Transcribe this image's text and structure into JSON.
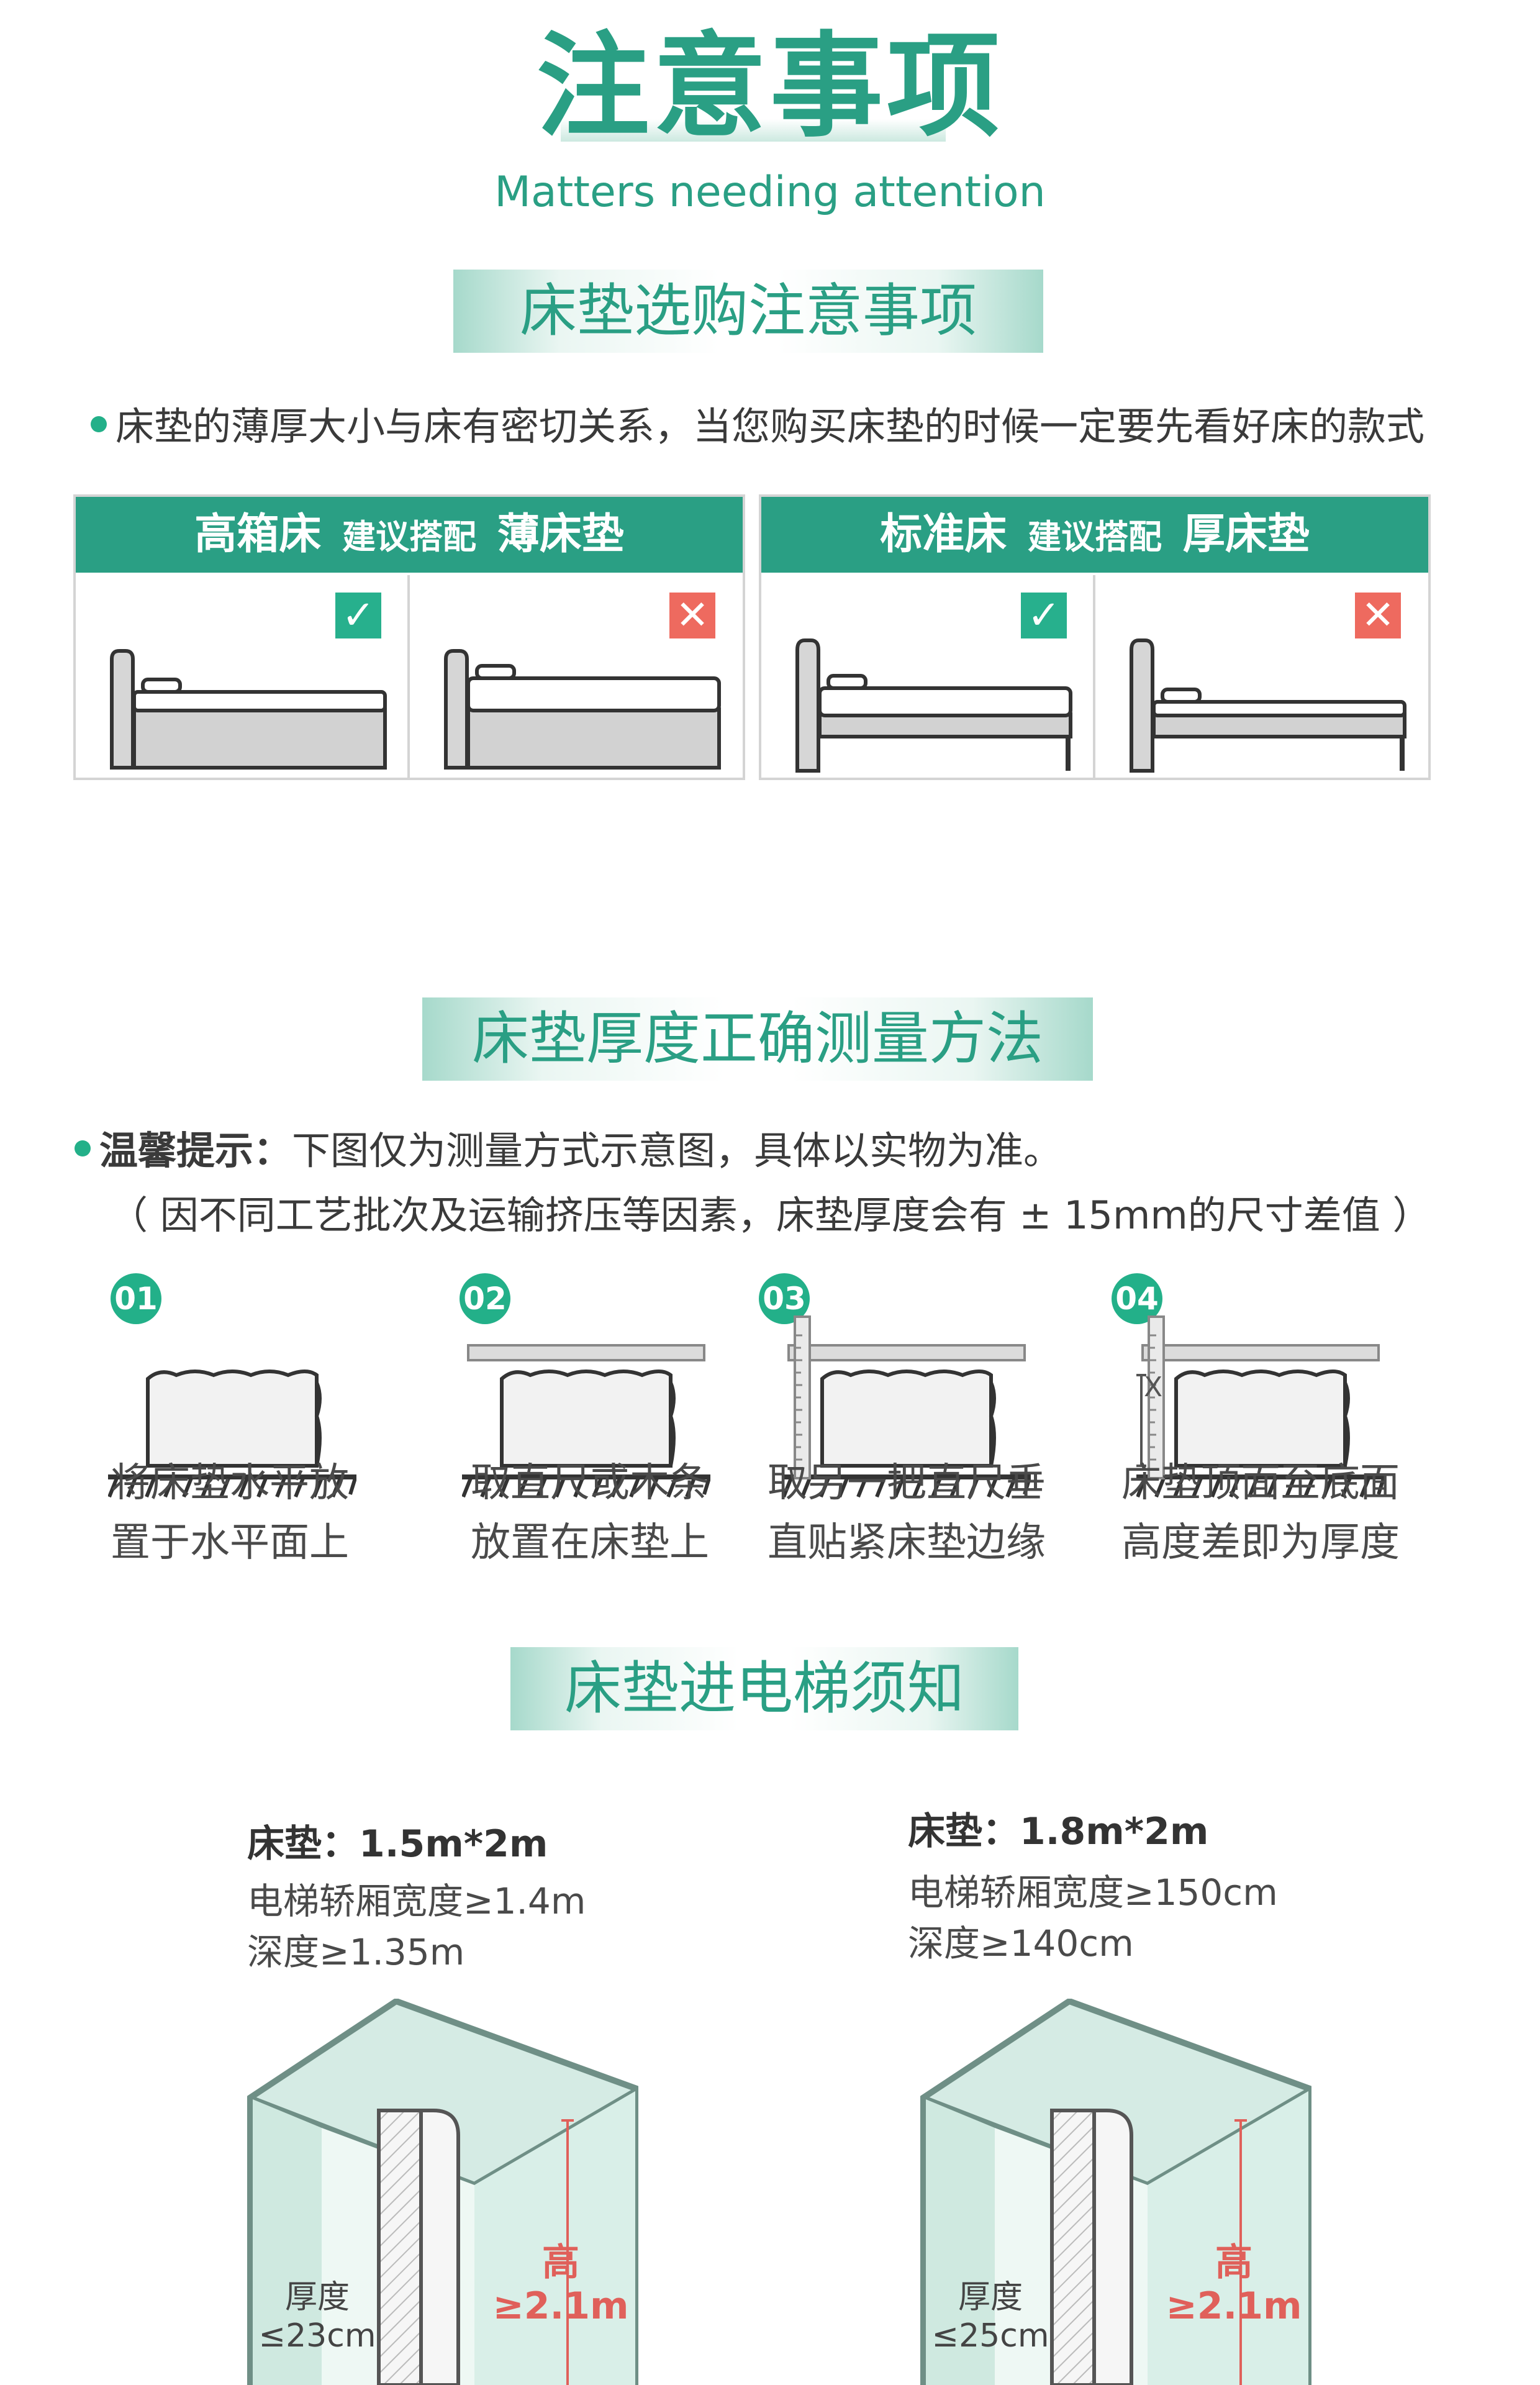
{
  "header": {
    "title": "注意事项",
    "subtitle": "Matters needing attention"
  },
  "section1": {
    "banner": "床垫选购注意事项",
    "note": "床垫的薄厚大小与床有密切关系，当您购买床垫的时候一定要先看好床的款式",
    "boxes": [
      {
        "bed": "高箱床",
        "suggest": "建议搭配",
        "mattress": "薄床垫"
      },
      {
        "bed": "标准床",
        "suggest": "建议搭配",
        "mattress": "厚床垫"
      }
    ],
    "ok_mark": "✓",
    "no_mark": "✕"
  },
  "section2": {
    "banner": "床垫厚度正确测量方法",
    "tip_label": "温馨提示：",
    "tip_text": "下图仅为测量方式示意图，具体以实物为准。",
    "tip_note": "（ 因不同工艺批次及运输挤压等因素，床垫厚度会有 ± 15mm的尺寸差值 ）",
    "steps": [
      {
        "num": "01",
        "line1": "将床垫水平放",
        "line2": "置于水平面上"
      },
      {
        "num": "02",
        "line1": "取直尺或木条",
        "line2": "放置在床垫上"
      },
      {
        "num": "03",
        "line1": "取另一把直尺垂",
        "line2": "直贴紧床垫边缘"
      },
      {
        "num": "04",
        "line1": "床垫顶面至底面",
        "line2": "高度差即为厚度"
      }
    ],
    "x_label": "X"
  },
  "section3": {
    "banner": "床垫进电梯须知",
    "specs": [
      {
        "title": "床垫：1.5m*2m",
        "width": "电梯轿厢宽度≥1.4m",
        "depth": "深度≥1.35m",
        "thickness_label": "厚度",
        "thickness_value": "≤23cm",
        "height_label": "高",
        "height_value": "≥2.1m"
      },
      {
        "title": "床垫：1.8m*2m",
        "width": "电梯轿厢宽度≥150cm",
        "depth": "深度≥140cm",
        "thickness_label": "厚度",
        "thickness_value": "≤25cm",
        "height_label": "高",
        "height_value": "≥2.1m"
      }
    ]
  },
  "colors": {
    "brand_green": "#2a9f84",
    "accent_green": "#23b089",
    "check_green": "#27b08d",
    "cross_red": "#ee6a5f",
    "height_red": "#e0605a"
  }
}
